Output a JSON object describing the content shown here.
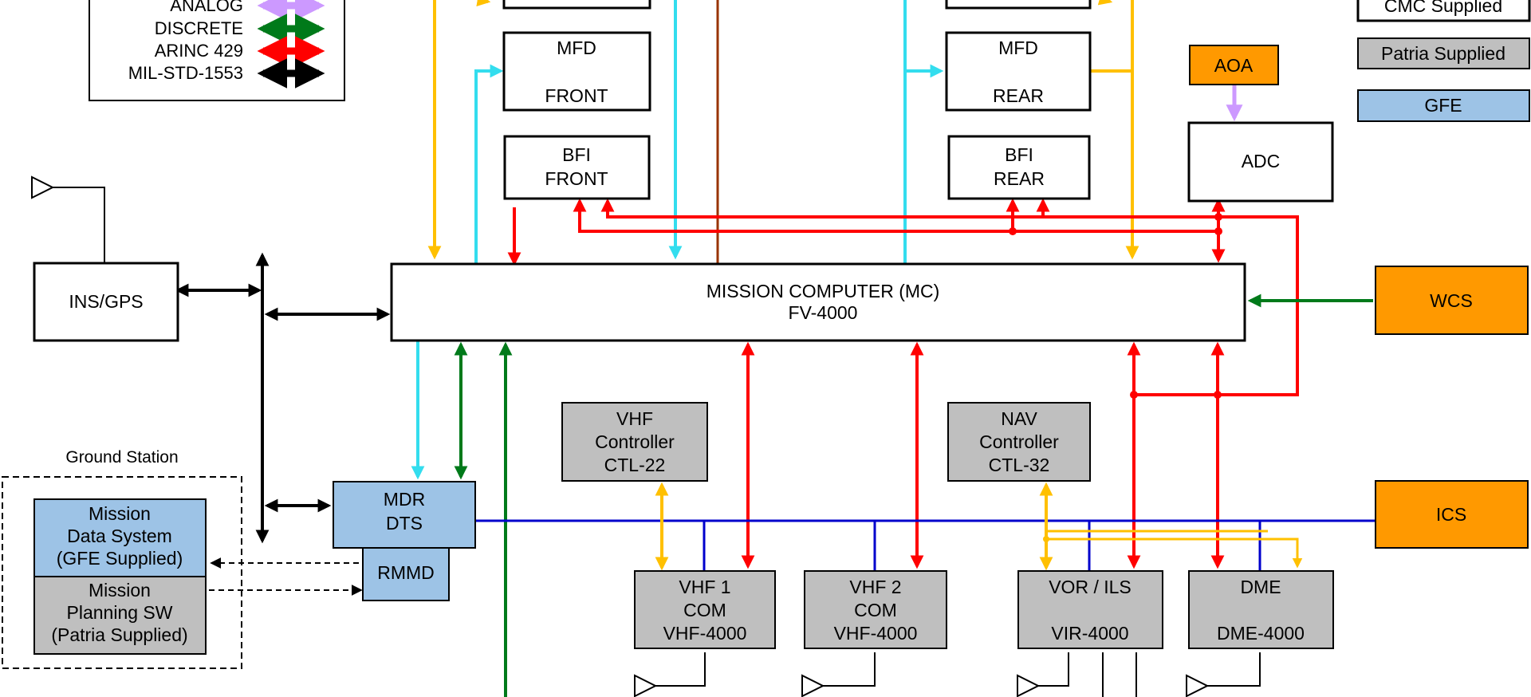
{
  "legend": {
    "analog": "ANALOG",
    "discrete": "DISCRETE",
    "arinc": "ARINC 429",
    "milstd": "MIL-STD-1553"
  },
  "key": {
    "cmc": "CMC Supplied",
    "patria": "Patria Supplied",
    "gfe": "GFE"
  },
  "boxes": {
    "mfd_front": [
      "MFD",
      "FRONT"
    ],
    "mfd_rear": [
      "MFD",
      "REAR"
    ],
    "bfi_front": [
      "BFI",
      "FRONT"
    ],
    "bfi_rear": [
      "BFI",
      "REAR"
    ],
    "aoa": "AOA",
    "adc": "ADC",
    "ins_gps": "INS/GPS",
    "mc": [
      "MISSION COMPUTER (MC)",
      "FV-4000"
    ],
    "wcs": "WCS",
    "ics": "ICS",
    "vhf_controller": [
      "VHF",
      "Controller",
      "CTL-22"
    ],
    "nav_controller": [
      "NAV",
      "Controller",
      "CTL-32"
    ],
    "mdr_dts": [
      "MDR",
      "DTS"
    ],
    "rmmd": "RMMD",
    "vhf1": [
      "VHF 1",
      "COM",
      "VHF-4000"
    ],
    "vhf2": [
      "VHF 2",
      "COM",
      "VHF-4000"
    ],
    "vor_ils": [
      "VOR / ILS",
      "VIR-4000"
    ],
    "dme": [
      "DME",
      "DME-4000"
    ],
    "mds": [
      "Mission",
      "Data System",
      "(GFE Supplied)"
    ],
    "mpsw": [
      "Mission",
      "Planning SW",
      "(Patria Supplied)"
    ],
    "ground_station": "Ground Station"
  },
  "colors": {
    "analog": "#cc99ff",
    "discrete": "#007a1a",
    "arinc": "#ff0000",
    "milstd": "#000000",
    "video": "#33ddee",
    "yellow": "#ffc000",
    "blue_bus": "#0000cc",
    "brown": "#993300",
    "cmc_fill": "#ffffff",
    "patria_fill": "#bfbfbf",
    "gfe_fill": "#9dc3e6",
    "orange_fill": "#ff9900"
  }
}
